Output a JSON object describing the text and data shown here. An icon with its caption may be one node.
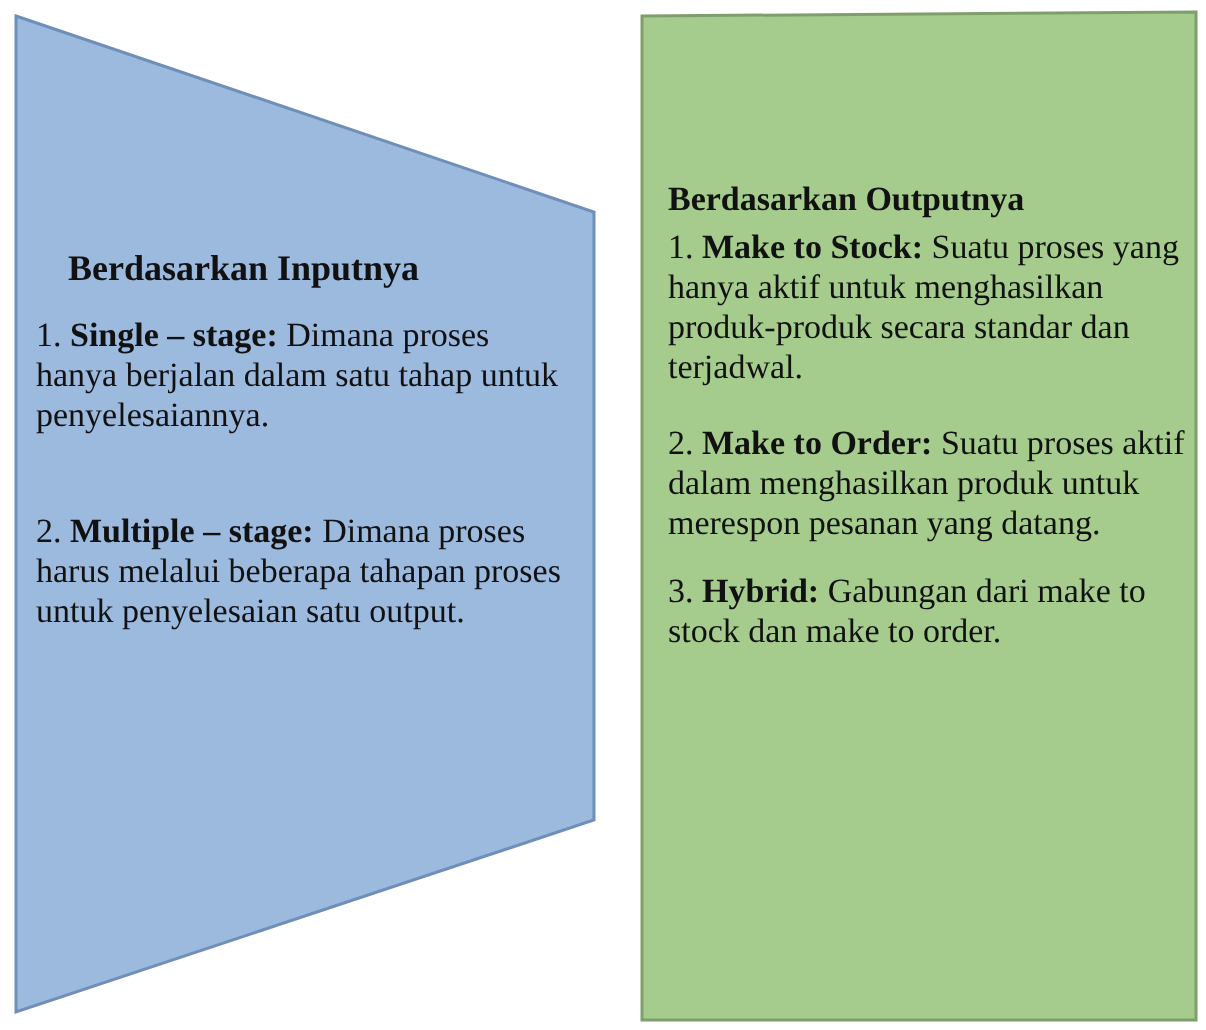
{
  "diagram": {
    "nodes": [
      {
        "text": [
          "Berdasarkan Inputnya",
          "1. **Single – stage:** Dimana proses hanya berjalan dalam satu tahap untuk penyelesaiannya.",
          "2. **Multiple – stage:** Dimana proses harus melalui beberapa tahapan proses untuk penyelesaian satu output."
        ]
      },
      {
        "text": [
          "Berdasarkan Outputnya",
          "1. **Make to Stock:** Suatu proses yang hanya aktif untuk menghasilkan produk-produk secara standar dan terjadwal.",
          "2. **Make to Order:** Suatu proses aktif dalam menghasilkan produk untuk merespon pesanan yang datang.",
          "3. **Hybrid:** Gabungan dari make to stock dan make to order."
        ]
      }
    ]
  }
}
